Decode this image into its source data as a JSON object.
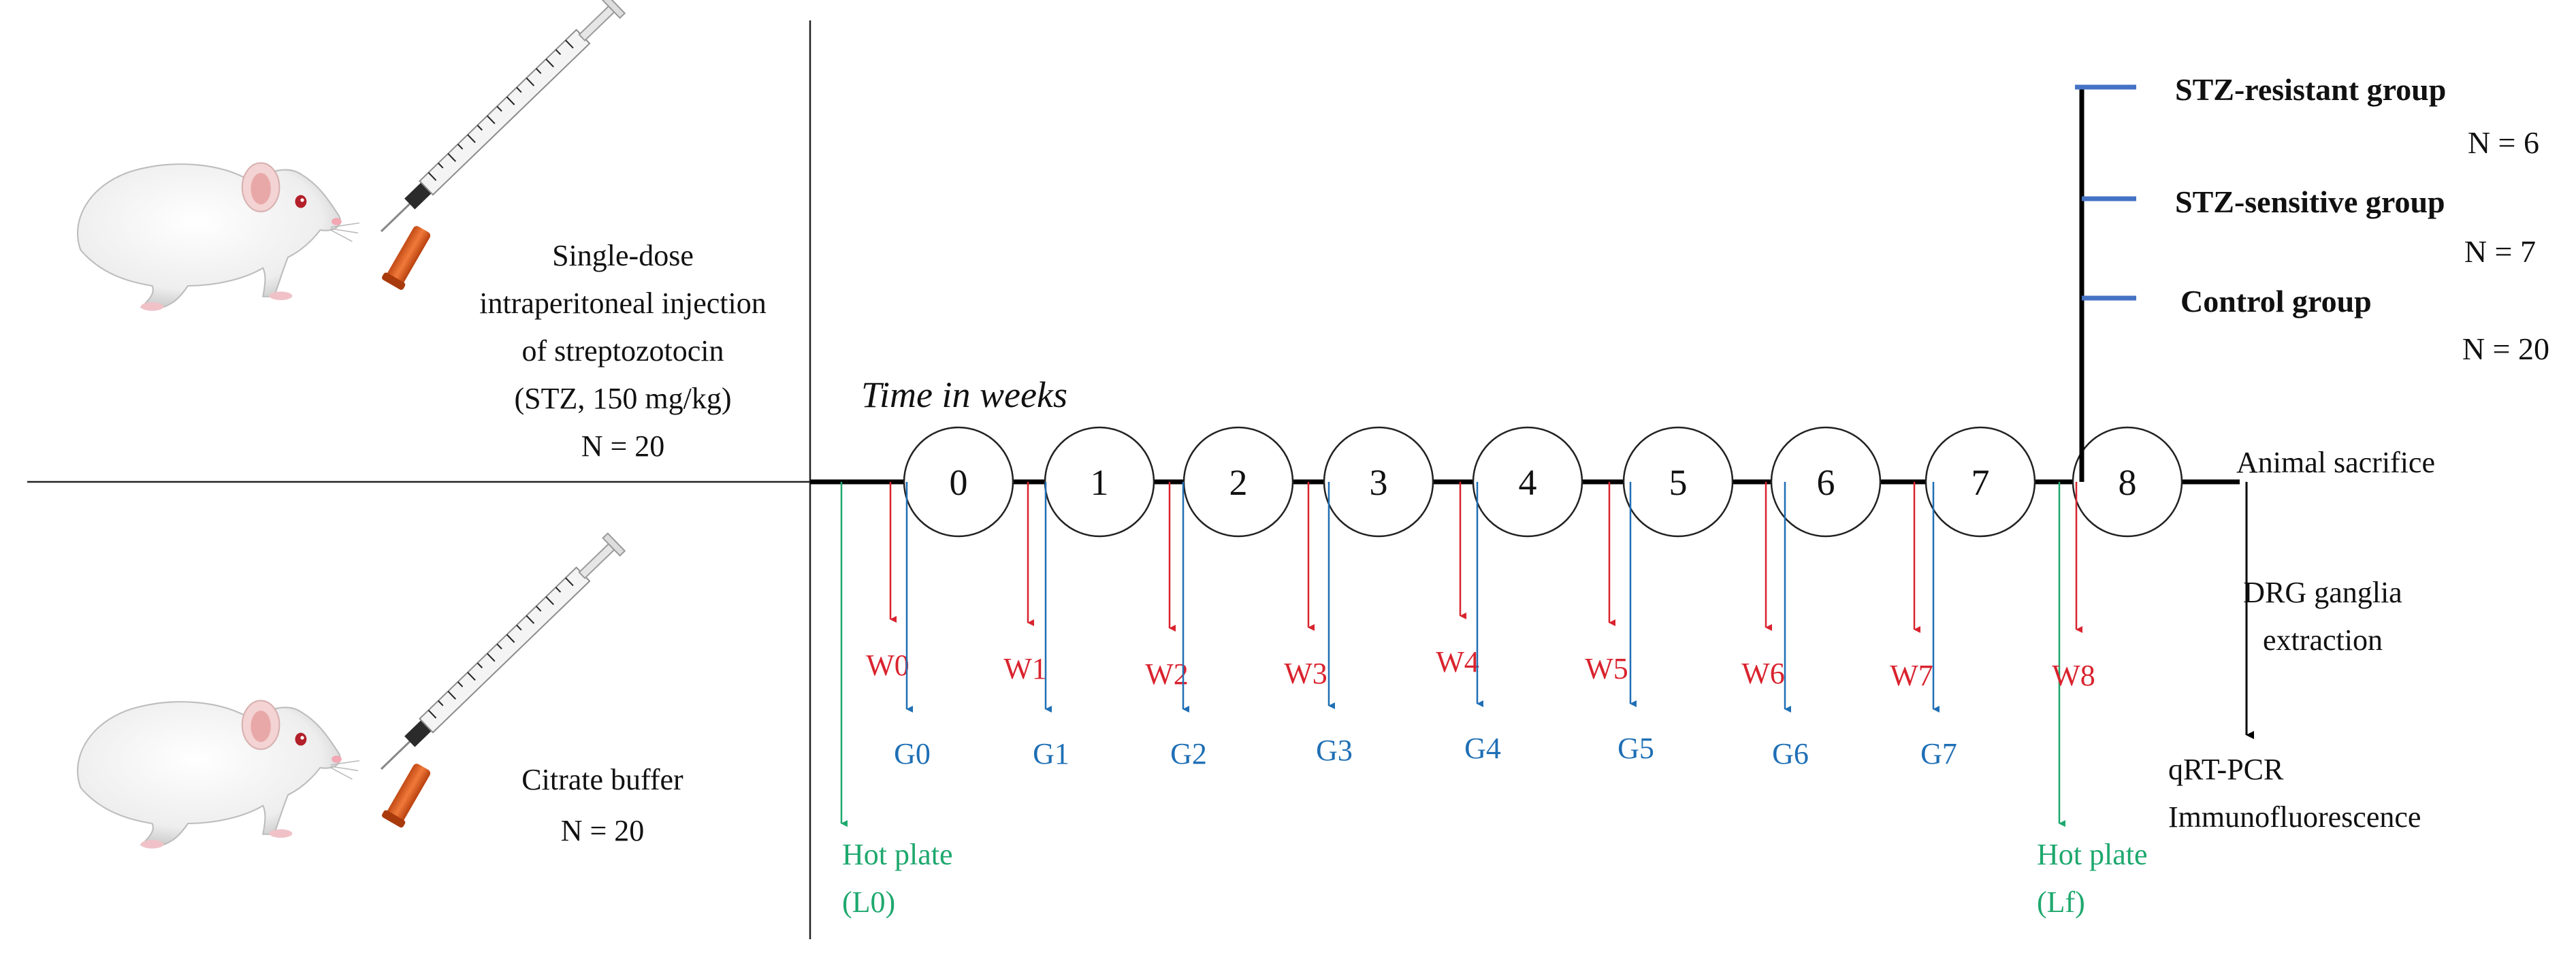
{
  "treatment_text": [
    "Single-dose",
    "intraperitoneal injection",
    "of streptozotocin",
    "(STZ, 150 mg/kg)",
    "N = 20"
  ],
  "control_text": [
    "Citrate buffer",
    "N = 20"
  ],
  "timeline_title": "Time in weeks",
  "weeks": [
    "0",
    "1",
    "2",
    "3",
    "4",
    "5",
    "6",
    "7",
    "8"
  ],
  "weight_labels": [
    "W0",
    "W1",
    "W2",
    "W3",
    "W4",
    "W5",
    "W6",
    "W7",
    "W8"
  ],
  "glucose_labels": [
    "G0",
    "G1",
    "G2",
    "G3",
    "G4",
    "G5",
    "G6",
    "G7"
  ],
  "hot_plate": [
    {
      "line1": "Hot plate",
      "line2": "(L0)"
    },
    {
      "line1": "Hot plate",
      "line2": "(Lf)"
    }
  ],
  "end_events": {
    "sacrifice": "Animal sacrifice",
    "extraction": [
      "DRG ganglia",
      "extraction"
    ],
    "analysis": [
      "qRT-PCR",
      "Immunofluorescence"
    ]
  },
  "groups": [
    {
      "name": "STZ-resistant group",
      "n": "N = 6"
    },
    {
      "name": "STZ-sensitive group",
      "n": "N = 7"
    },
    {
      "name": "Control group",
      "n": "N = 20"
    }
  ],
  "icons": {
    "rat": "rat-icon",
    "syringe": "syringe-icon",
    "vial": "vial-icon"
  },
  "colors": {
    "weight": "#d9232e",
    "glucose": "#1f6fb5",
    "hot_plate": "#1ea86e",
    "group_tick": "#4472c4",
    "line": "#000000"
  }
}
